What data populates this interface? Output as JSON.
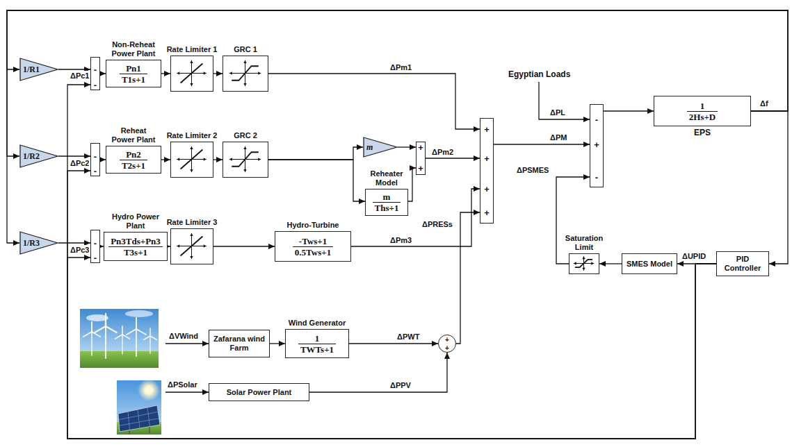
{
  "diagram": {
    "nodes": [
      {
        "text": [
          "1/R1"
        ]
      },
      {
        "text": [
          "-",
          "-"
        ]
      },
      {
        "text": [
          "Non-Reheat Power Plant",
          "Pn1",
          "T1s+1"
        ]
      },
      {
        "text": [
          "Rate Limiter 1"
        ]
      },
      {
        "text": [
          "GRC 1"
        ]
      },
      {
        "text": [
          "1/R2"
        ]
      },
      {
        "text": [
          "-",
          "-"
        ]
      },
      {
        "text": [
          "Reheat Power Plant",
          "Pn2",
          "T2s+1"
        ]
      },
      {
        "text": [
          "Rate Limiter 2"
        ]
      },
      {
        "text": [
          "GRC 2"
        ]
      },
      {
        "text": [
          "m"
        ]
      },
      {
        "text": [
          "+",
          "+"
        ]
      },
      {
        "text": [
          "Reheater Model",
          "m",
          "Ths+1"
        ]
      },
      {
        "text": [
          "1/R3"
        ]
      },
      {
        "text": [
          "-",
          "-"
        ]
      },
      {
        "text": [
          "Hydro Power Plant",
          "Pn3Tds+Pn3",
          "T3s+1"
        ]
      },
      {
        "text": [
          "Rate Limiter 3"
        ]
      },
      {
        "text": [
          "Hydro-Turbine",
          "-Tws+1",
          "0.5Tws+1"
        ]
      },
      {
        "text": [
          "+",
          "+",
          "+",
          "+"
        ]
      },
      {
        "text": [
          "-",
          "+",
          "-"
        ]
      },
      {
        "text": [
          "1",
          "2Hs+D",
          "EPS"
        ]
      },
      {
        "text": [
          "Zafarana wind Farm"
        ]
      },
      {
        "text": [
          "Wind Generator",
          "1",
          "TWTs+1"
        ]
      },
      {
        "text": [
          "+",
          "+"
        ]
      },
      {
        "text": [
          "Solar Power Plant"
        ]
      },
      {
        "text": [
          "Saturation Limit"
        ]
      },
      {
        "text": [
          "SMES Model"
        ]
      },
      {
        "text": [
          "PID Controller"
        ]
      }
    ],
    "edges": [
      {
        "from": 0,
        "to": 1,
        "arrow": "to"
      },
      {
        "from": 1,
        "to": 2,
        "arrow": "to"
      },
      {
        "from": 2,
        "to": 3,
        "arrow": "to"
      },
      {
        "from": 3,
        "to": 4,
        "arrow": "to"
      },
      {
        "from": 4,
        "to": 18,
        "arrow": "to"
      },
      {
        "from": 5,
        "to": 6,
        "arrow": "to"
      },
      {
        "from": 6,
        "to": 7,
        "arrow": "to"
      },
      {
        "from": 7,
        "to": 8,
        "arrow": "to"
      },
      {
        "from": 8,
        "to": 9,
        "arrow": "to"
      },
      {
        "from": 9,
        "to": 10,
        "arrow": "to"
      },
      {
        "from": 9,
        "to": 12,
        "arrow": "to"
      },
      {
        "from": 10,
        "to": 11,
        "arrow": "to"
      },
      {
        "from": 12,
        "to": 11,
        "arrow": "to"
      },
      {
        "from": 11,
        "to": 18,
        "arrow": "to"
      },
      {
        "from": 13,
        "to": 14,
        "arrow": "to"
      },
      {
        "from": 14,
        "to": 15,
        "arrow": "to"
      },
      {
        "from": 15,
        "to": 16,
        "arrow": "to"
      },
      {
        "from": 16,
        "to": 17,
        "arrow": "to"
      },
      {
        "from": 17,
        "to": 18,
        "arrow": "to"
      },
      {
        "from": 21,
        "to": 22,
        "arrow": "to"
      },
      {
        "from": 22,
        "to": 23,
        "arrow": "to"
      },
      {
        "from": 24,
        "to": 23,
        "arrow": "to"
      },
      {
        "from": 23,
        "to": 18,
        "arrow": "to"
      },
      {
        "from": 18,
        "to": 19,
        "arrow": "to"
      },
      {
        "from": 19,
        "to": 20,
        "arrow": "to"
      },
      {
        "from": 20,
        "to": 27,
        "arrow": "to"
      },
      {
        "from": 20,
        "to": 0,
        "arrow": "to"
      },
      {
        "from": 20,
        "to": 5,
        "arrow": "to"
      },
      {
        "from": 20,
        "to": 13,
        "arrow": "to"
      },
      {
        "from": 27,
        "to": 26,
        "arrow": "to"
      },
      {
        "from": 26,
        "to": 25,
        "arrow": "to"
      },
      {
        "from": 25,
        "to": 19,
        "arrow": "to"
      },
      {
        "from": 27,
        "to": 1,
        "arrow": "to"
      },
      {
        "from": 27,
        "to": 6,
        "arrow": "to"
      },
      {
        "from": 27,
        "to": 14,
        "arrow": "to"
      }
    ],
    "labels": [
      "ΔPc1",
      "ΔPc2",
      "ΔPc3",
      "ΔPm1",
      "ΔPm2",
      "ΔPm3",
      "ΔPRESs",
      "ΔVWind",
      "ΔPWT",
      "ΔPSolar",
      "ΔPPV",
      "Egyptian Loads",
      "ΔPL",
      "ΔPM",
      "ΔPSMES",
      "Δf",
      "ΔUPID"
    ]
  }
}
